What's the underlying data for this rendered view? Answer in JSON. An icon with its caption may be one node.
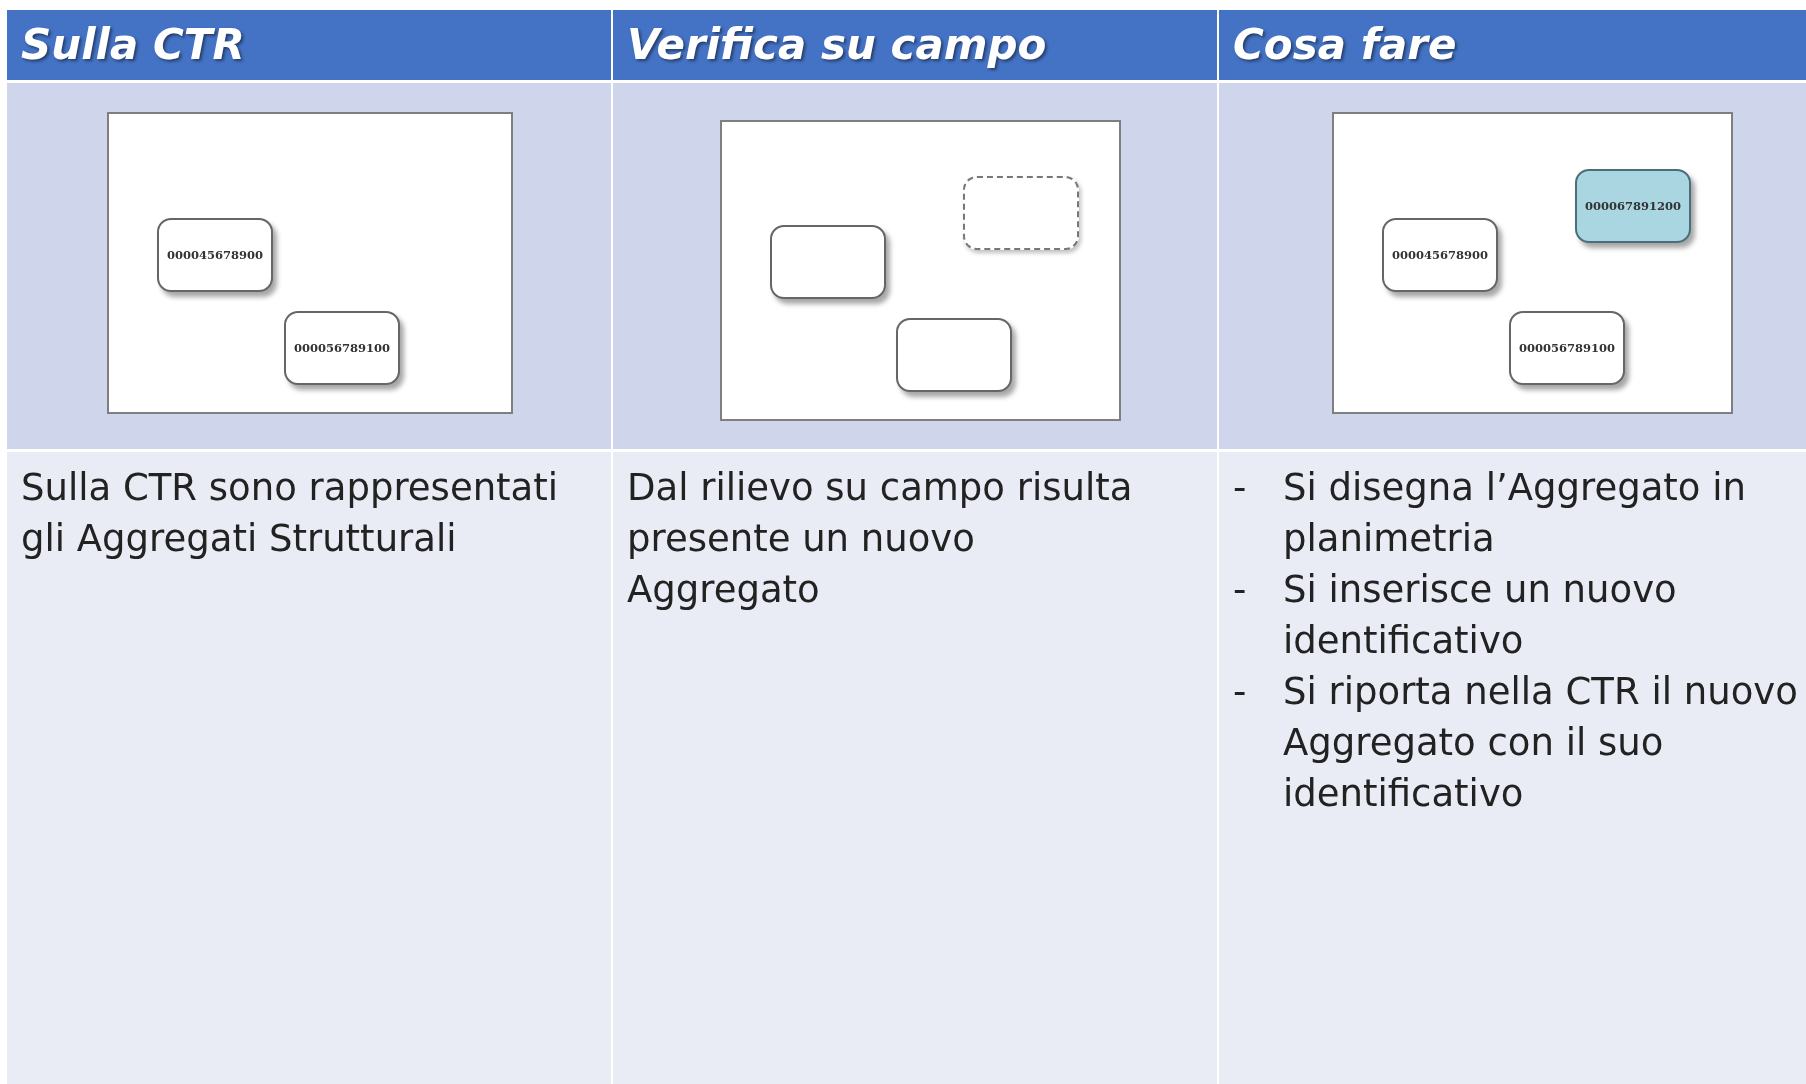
{
  "diagram": {
    "nodes": [
      {
        "text": [],
        "shape": "box"
      },
      {
        "text": [
          "000045678900"
        ],
        "in": 0
      },
      {
        "text": [
          "000056789100"
        ],
        "in": 0
      },
      {
        "text": [],
        "shape": "box"
      },
      {
        "text": [],
        "shape": "box",
        "in": 3
      },
      {
        "text": [],
        "shape": "box",
        "in": 3
      },
      {
        "text": [],
        "shape": "box",
        "in": 3
      },
      {
        "text": [],
        "shape": "box"
      },
      {
        "text": [
          "000067891200"
        ],
        "in": 7
      },
      {
        "text": [
          "000045678900"
        ],
        "in": 7
      },
      {
        "text": [
          "000056789100"
        ],
        "in": 7
      }
    ],
    "labels": [
      "Sulla CTR",
      "Verifica su campo",
      "Cosa fare",
      "Sulla CTR sono rappresentati gli Aggregati Strutturali",
      "Dal rilievo su campo risulta presente un nuovo Aggregato",
      "-",
      "Si disegna l’Aggregato in planimetria",
      "-",
      "Si inserisce un nuovo identificativo",
      "-",
      "Si riporta nella CTR il nuovo Aggregato con il suo identificativo"
    ]
  }
}
